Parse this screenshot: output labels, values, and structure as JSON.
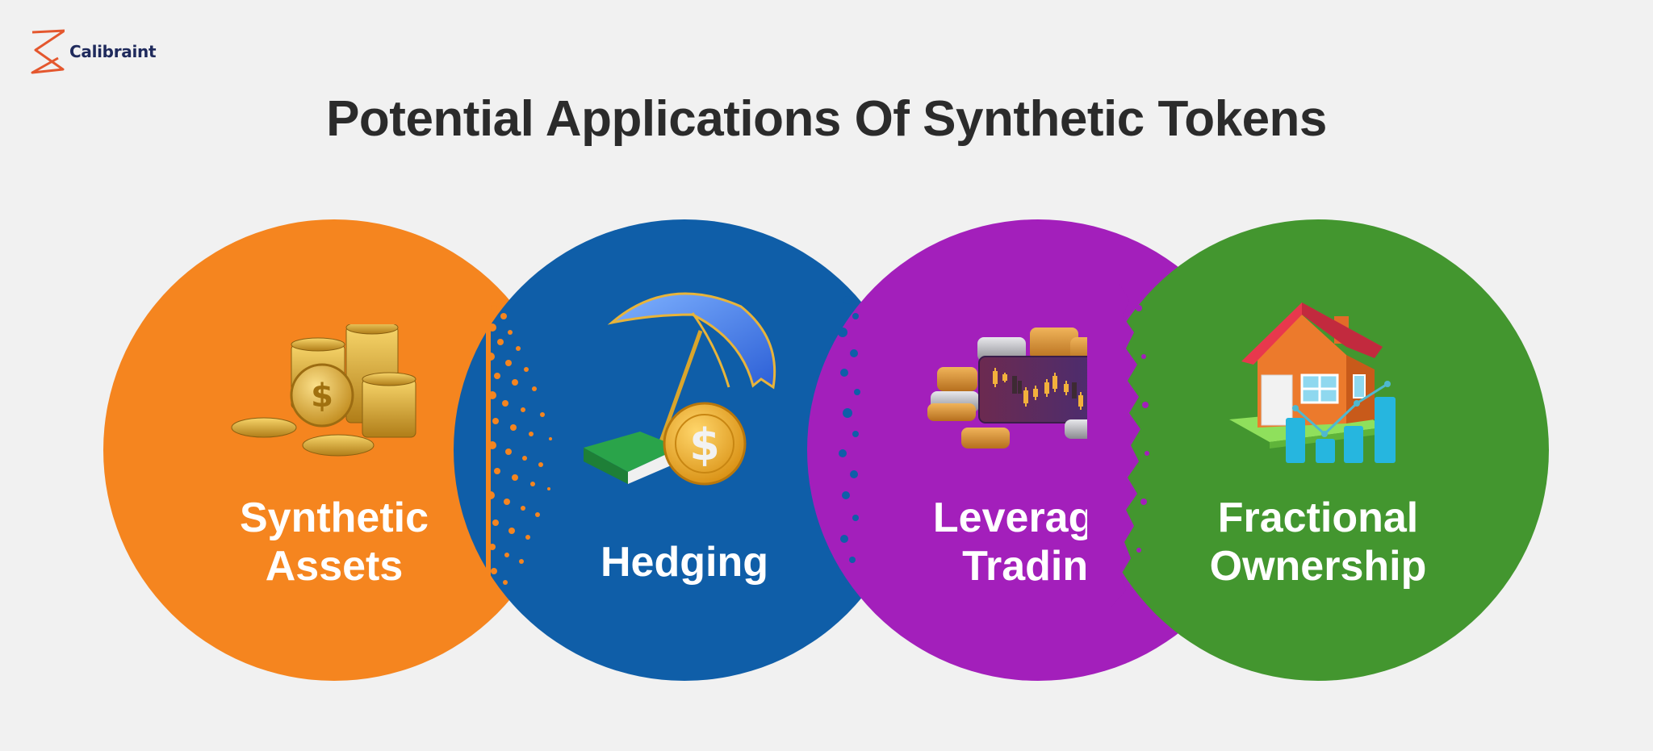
{
  "brand": {
    "name": "Calibraint",
    "logo_color": "#e4572e",
    "text_color": "#1f2a5c"
  },
  "title": "Potential Applications Of Synthetic Tokens",
  "colors": {
    "background": "#f1f1f1",
    "title": "#2b2b2b"
  },
  "applications": [
    {
      "label_line1": "Synthetic",
      "label_line2": "Assets",
      "color": "#f5851f",
      "icon": "gold-coins-stack-icon"
    },
    {
      "label_line1": "Hedging",
      "label_line2": "",
      "color": "#0f5ea8",
      "icon": "umbrella-coin-cash-icon"
    },
    {
      "label_line1": "Leveraged",
      "label_line2": "Trading",
      "color": "#a31fbb",
      "icon": "trading-chart-coins-icon"
    },
    {
      "label_line1": "Fractional",
      "label_line2": "Ownership",
      "color": "#43962f",
      "icon": "house-bar-chart-icon"
    }
  ]
}
